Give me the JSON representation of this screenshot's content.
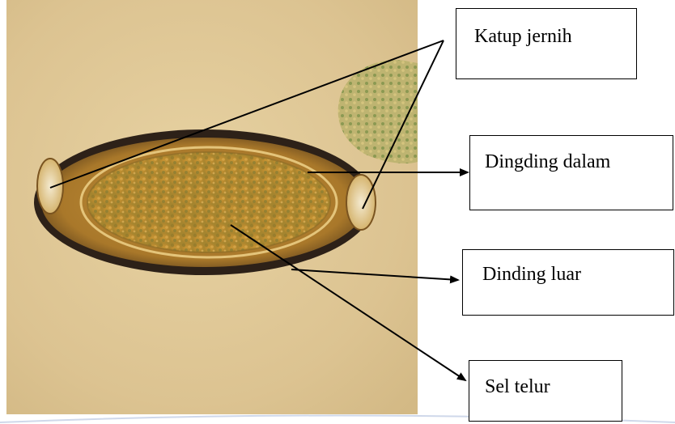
{
  "labels": {
    "katup_jernih": "Katup jernih",
    "dingding_dalam": "Dingding dalam",
    "dinding_luar": "Dinding luar",
    "sel_telur": "Sel telur"
  },
  "colors": {
    "background": "#d9c18f",
    "egg_shell_outer": "#2e2116",
    "egg_shell_middle": "#b07d24",
    "egg_cell": "#c69a3a",
    "plug": "#e9d9a7",
    "line": "#000000"
  }
}
